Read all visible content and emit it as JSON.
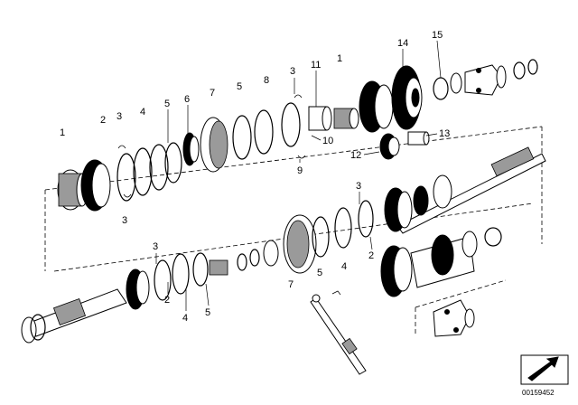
{
  "callouts": [
    {
      "key": "c1a",
      "text": "1"
    },
    {
      "key": "c2a",
      "text": "2"
    },
    {
      "key": "c3a",
      "text": "3"
    },
    {
      "key": "c4a",
      "text": "4"
    },
    {
      "key": "c5a",
      "text": "5"
    },
    {
      "key": "c6",
      "text": "6"
    },
    {
      "key": "c7a",
      "text": "7"
    },
    {
      "key": "c5b",
      "text": "5"
    },
    {
      "key": "c8",
      "text": "8"
    },
    {
      "key": "c3b",
      "text": "3"
    },
    {
      "key": "c11",
      "text": "11"
    },
    {
      "key": "c1b",
      "text": "1"
    },
    {
      "key": "c14",
      "text": "14"
    },
    {
      "key": "c15",
      "text": "15"
    },
    {
      "key": "c10",
      "text": "10"
    },
    {
      "key": "c13",
      "text": "13"
    },
    {
      "key": "c12",
      "text": "12"
    },
    {
      "key": "c9",
      "text": "9"
    },
    {
      "key": "c3c",
      "text": "3"
    },
    {
      "key": "c3d",
      "text": "3"
    },
    {
      "key": "c3e",
      "text": "3"
    },
    {
      "key": "c2b",
      "text": "2"
    },
    {
      "key": "c4b",
      "text": "4"
    },
    {
      "key": "c5c",
      "text": "5"
    },
    {
      "key": "c7b",
      "text": "7"
    },
    {
      "key": "c2c",
      "text": "2"
    },
    {
      "key": "c4c",
      "text": "4"
    },
    {
      "key": "c5d",
      "text": "5"
    }
  ],
  "document_number": "00159452",
  "colors": {
    "line": "#000000",
    "background": "#ffffff",
    "shade": "#9a9a9a"
  },
  "icons": {
    "corner": "arrow-icon"
  }
}
